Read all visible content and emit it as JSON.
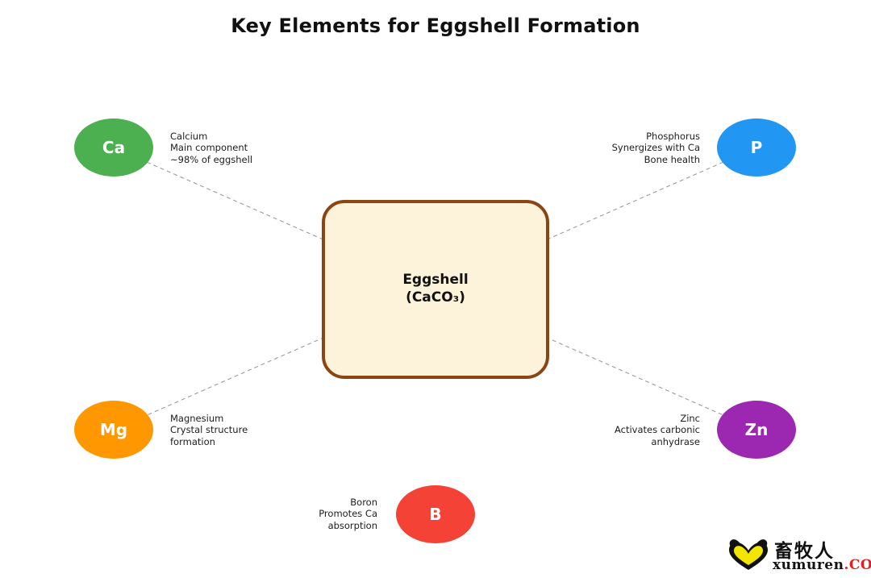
{
  "title": "Key Elements for Eggshell Formation",
  "center": {
    "name": "eggshell-core",
    "line1": "Eggshell",
    "line2": "(CaCO₃)",
    "fill_color": "#FDF3DB",
    "border_color": "#8B4513"
  },
  "nodes": [
    {
      "id": "ca",
      "symbol": "Ca",
      "color": "#4CAF50",
      "caption": [
        "Calcium",
        "Main component",
        "~98% of eggshell"
      ],
      "align": "left"
    },
    {
      "id": "p",
      "symbol": "P",
      "color": "#2196F3",
      "caption": [
        "Phosphorus",
        "Synergizes with Ca",
        "Bone health"
      ],
      "align": "right"
    },
    {
      "id": "mg",
      "symbol": "Mg",
      "color": "#FF9800",
      "caption": [
        "Magnesium",
        "Crystal structure",
        "formation"
      ],
      "align": "left"
    },
    {
      "id": "zn",
      "symbol": "Zn",
      "color": "#9C27B0",
      "caption": [
        "Zinc",
        "Activates carbonic",
        "anhydrase"
      ],
      "align": "right"
    },
    {
      "id": "b",
      "symbol": "B",
      "color": "#F44336",
      "caption": [
        "Boron",
        "Promotes Ca",
        "absorption"
      ],
      "align": "right"
    }
  ],
  "connectors": {
    "style": "dashed",
    "color": "#9a9a9a",
    "edges": [
      {
        "from": "ca",
        "to": "zn"
      },
      {
        "from": "p",
        "to": "mg"
      }
    ]
  },
  "watermark": {
    "chinese": "畜牧人",
    "url_name": "xumuren",
    "url_tld": ".COM",
    "mark_fill": "#F2E500",
    "mark_stroke": "#111111"
  }
}
